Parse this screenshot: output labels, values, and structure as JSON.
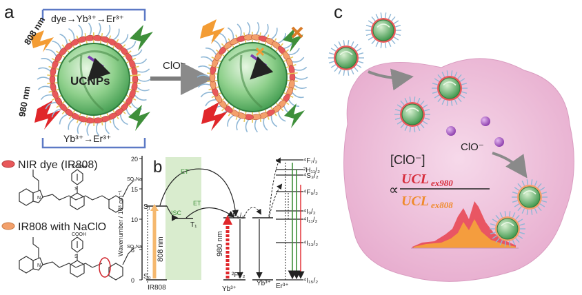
{
  "panels": {
    "a": {
      "letter": "a",
      "laser_808": "808 nm",
      "laser_980": "980 nm",
      "path_dye": "dye→Yb³⁺→Er³⁺",
      "path_yb": "Yb³⁺→Er³⁺",
      "core_label": "UCNPs",
      "reagent": "ClO⁻",
      "legend_dye": "NIR dye (IR808)",
      "legend_ox": "IR808 with NaClO",
      "struct_cooh": "COOH",
      "struct_s": "S",
      "struct_so3na": "SO₃Na",
      "struct_n": "N"
    },
    "b": {
      "letter": "b",
      "ylabel": "Wavenumber / 10³ cm⁻¹",
      "yticks": [
        "0",
        "5",
        "10",
        "15",
        "20"
      ],
      "et_top": "ET",
      "et_mid": "ET",
      "isc": "ISC",
      "s1": "S₁",
      "s0": "S₀",
      "t1": "T₁",
      "exc_808": "808 nm",
      "exc_980": "980 nm",
      "yb_upper": "²F₅/₂",
      "yb_lower": "²F₇/₂",
      "col_ir808": "IR808",
      "col_yb1": "Yb³⁺",
      "col_yb2": "Yb³⁺",
      "col_er": "Er³⁺",
      "er_levels": [
        "⁴F₇/₂",
        "²H₁₁/₂",
        "⁴S₃/₂",
        "⁴F₉/₂",
        "⁴I₉/₂",
        "⁴I₁₁/₂",
        "⁴I₁₃/₂",
        "⁴I₁₅/₂"
      ]
    },
    "c": {
      "letter": "c",
      "ion": "ClO⁻",
      "conc": "[ClO⁻]",
      "prop": "∝",
      "num_main": "UCL",
      "num_sub": "ex980",
      "den_main": "UCL",
      "den_sub": "ex808"
    }
  },
  "colors": {
    "shell_green": "#4fb86a",
    "dye_red": "#e8585a",
    "dye_orange": "#f3a06b",
    "laser_808": "#f39c34",
    "laser_980": "#e0262a",
    "emission_green": "#3e8f3a",
    "cloud_pink": "#ecb8d6",
    "ion_purple": "#a04fc0",
    "spectrum_red": "#e8424e",
    "spectrum_orange": "#f5a53a",
    "bracket_blue": "#5c79c5"
  }
}
